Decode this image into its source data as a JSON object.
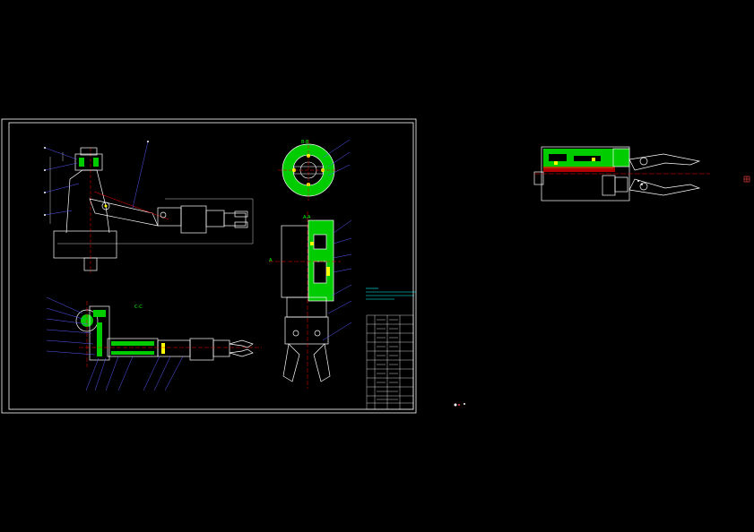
{
  "drawing": {
    "section_ba": "B-B",
    "section_aa": "A-A",
    "section_arrow": "A",
    "view_cc": "C-C"
  },
  "colors": {
    "background": "#000000",
    "frame": "#ffffff",
    "body": "#ffffff",
    "centerline": "#ff0000",
    "section_fill": "#00cc00",
    "leader": "#5a5aff",
    "fastener": "#ffff00",
    "note": "#00ffff"
  },
  "icons": {
    "marker": "small-crosshair-icon"
  }
}
